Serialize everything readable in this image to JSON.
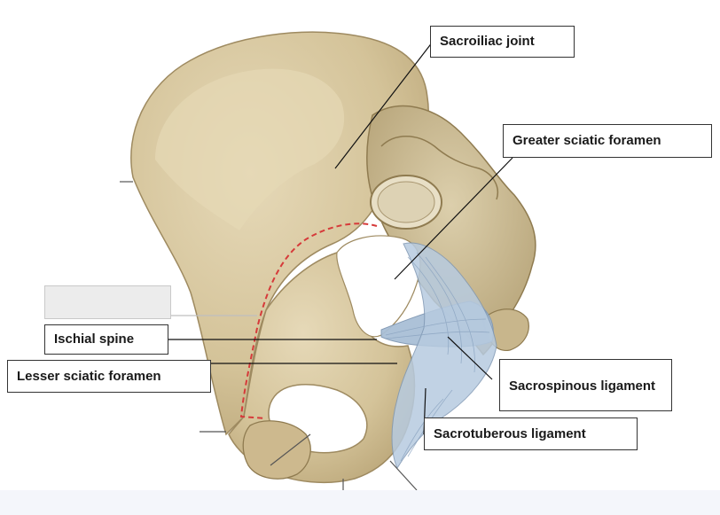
{
  "diagram": {
    "labels": {
      "sacroiliac_joint": "Sacroiliac joint",
      "greater_sciatic_foramen": "Greater sciatic foramen",
      "ischial_spine": "Ischial spine",
      "lesser_sciatic_foramen": "Lesser sciatic foramen",
      "sacrospinous_ligament": "Sacrospinous ligament",
      "sacrotuberous_ligament": "Sacrotuberous ligament"
    },
    "colors": {
      "bone": "#d9c9a3",
      "bone_shadow": "#b8a57c",
      "ligament": "#a9bfd6",
      "dashed_line": "#d63a3a",
      "leader_line": "#111111"
    }
  }
}
